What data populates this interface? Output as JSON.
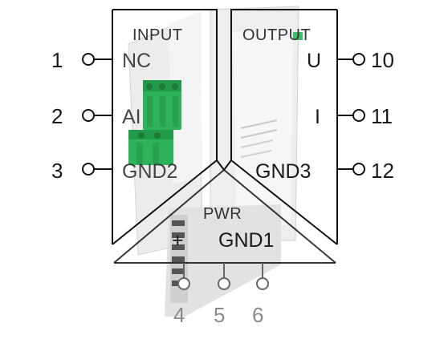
{
  "sections": {
    "input": "INPUT",
    "output": "OUTPUT",
    "power": "PWR"
  },
  "terminals": {
    "t1": {
      "number": "1",
      "signal": "NC"
    },
    "t2": {
      "number": "2",
      "signal": "AI"
    },
    "t3": {
      "number": "3",
      "signal": "GND2"
    },
    "t4": {
      "number": "4",
      "signal": "+"
    },
    "t5": {
      "number": "5",
      "signal": "GND1"
    },
    "t6": {
      "number": "6",
      "signal": ""
    },
    "t10": {
      "number": "10",
      "signal": "U"
    },
    "t11": {
      "number": "11",
      "signal": "I"
    },
    "t12": {
      "number": "12",
      "signal": "GND3"
    }
  },
  "colors": {
    "terminal_block": "#2fb35a",
    "housing": "#e6e6e6",
    "outline": "#111111"
  }
}
